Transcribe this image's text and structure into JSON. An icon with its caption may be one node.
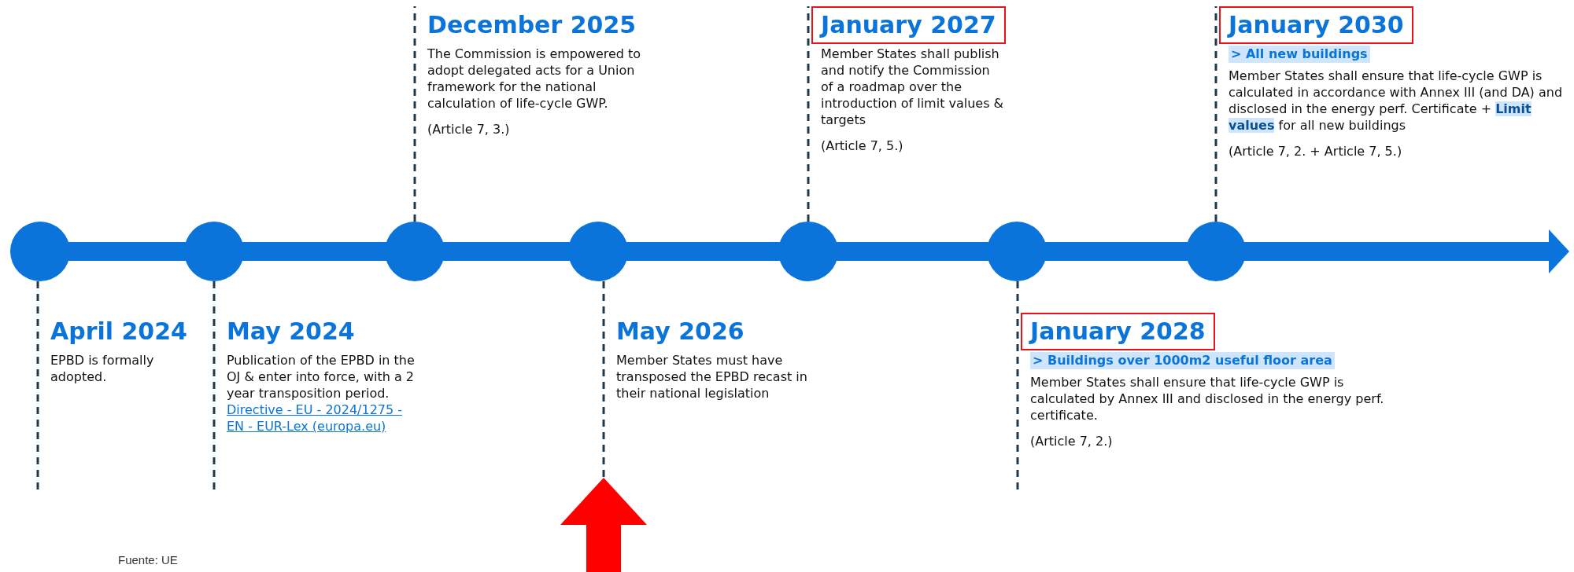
{
  "diagram": {
    "nodes": [
      {
        "text": [],
        "shape": "circle"
      },
      {
        "text": [
          "April 2024",
          "EPBD is formally adopted."
        ]
      },
      {
        "text": [],
        "shape": "circle"
      },
      {
        "text": [
          "May 2024",
          "Publication of the EPBD in the OJ & enter into force, with a 2 year transposition period.",
          "Directive - EU - 2024/1275 - EN - EUR-Lex (europa.eu)"
        ]
      },
      {
        "text": [],
        "shape": "circle"
      },
      {
        "text": [
          "December 2025",
          "The Commission is empowered to adopt delegated acts for a Union framework for the national calculation of life-cycle GWP.",
          "(Article 7, 3.)"
        ]
      },
      {
        "text": [],
        "shape": "circle"
      },
      {
        "text": [
          "May 2026",
          "Member States must have transposed the EPBD recast in their national legislation"
        ]
      },
      {
        "text": [],
        "shape": "circle"
      },
      {
        "text": [
          "January 2027",
          "Member States shall publish and notify the Commission of a roadmap over the introduction of limit values & targets",
          "(Article 7, 5.)"
        ]
      },
      {
        "text": [],
        "shape": "circle"
      },
      {
        "text": [
          "January 2028",
          "> Buildings over 1000m2 useful floor area",
          "Member States shall ensure that life-cycle GWP is calculated by Annex III and disclosed in the energy perf. certificate.",
          "(Article 7, 2.)"
        ]
      },
      {
        "text": [],
        "shape": "circle"
      },
      {
        "text": [
          "January 2030",
          "> All new buildings",
          "Member States shall ensure that life-cycle GWP is calculated in accordance with Annex III (and DA) and disclosed in the energy perf. Certificate + **Limit values** for all new buildings",
          "(Article 7, 2. + Article 7, 5.)"
        ]
      }
    ],
    "edges": [
      {
        "from": 0,
        "to": 1,
        "arrow": "none",
        "style": "dashed",
        "color": "#1f3a4d"
      },
      {
        "from": 2,
        "to": 3,
        "arrow": "none",
        "style": "dashed",
        "color": "#1f3a4d"
      },
      {
        "from": 4,
        "to": 5,
        "arrow": "none",
        "style": "dashed",
        "color": "#1f3a4d"
      },
      {
        "from": 6,
        "to": 7,
        "arrow": "none",
        "style": "dashed",
        "color": "#1f3a4d"
      },
      {
        "from": 8,
        "to": 9,
        "arrow": "none",
        "style": "dashed",
        "color": "#1f3a4d"
      },
      {
        "from": 10,
        "to": 11,
        "arrow": "none",
        "style": "dashed",
        "color": "#1f3a4d"
      },
      {
        "from": 12,
        "to": 13,
        "arrow": "none",
        "style": "dashed",
        "color": "#1f3a4d"
      },
      {
        "from": null,
        "to": 7,
        "arrow": "to",
        "style": "thick",
        "color": "#ff0000"
      }
    ],
    "labels": [
      "Fuente: UE"
    ]
  }
}
